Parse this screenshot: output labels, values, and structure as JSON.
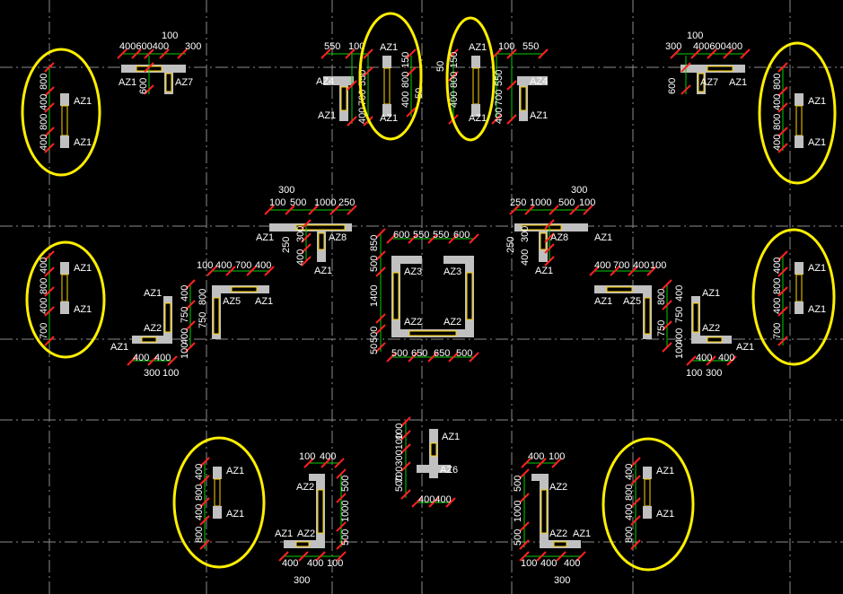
{
  "drawing": {
    "labels": {
      "az1": "AZ1",
      "az2": "AZ2",
      "az3": "AZ3",
      "az4": "AZ4",
      "az5": "AZ5",
      "az6": "AZ6",
      "az7": "AZ7",
      "az8": "AZ8"
    },
    "dims": {
      "d50": "50",
      "d100": "100",
      "d250": "250",
      "d300": "300",
      "d400": "400",
      "d500": "500",
      "d550": "550",
      "d600": "600",
      "d650": "650",
      "d700": "700",
      "d750": "750",
      "d800": "800",
      "d850": "850",
      "d1000": "1000",
      "d1400": "1400",
      "d400600400": "400600400",
      "d400400": "400400",
      "d700300100": "700300100"
    },
    "colors": {
      "background": "#000000",
      "wall": "#c0c0c0",
      "dimension": "#00d000",
      "tick": "#ff2020",
      "highlight": "#ffef00",
      "axis": "#8c8c8c"
    }
  }
}
